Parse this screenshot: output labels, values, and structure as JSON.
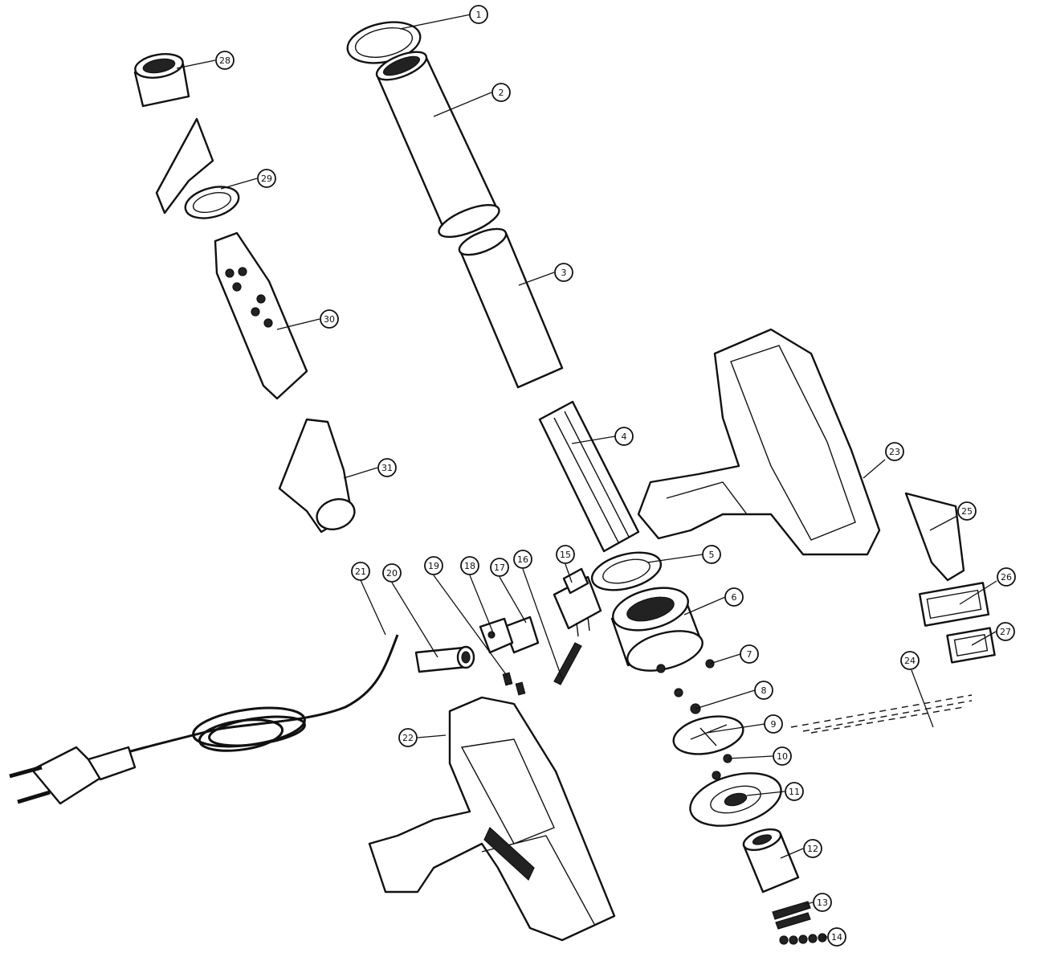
{
  "diagram": {
    "part_numbers": [
      "1",
      "2",
      "3",
      "4",
      "5",
      "6",
      "7",
      "8",
      "9",
      "10",
      "11",
      "12",
      "13",
      "14",
      "15",
      "16",
      "17",
      "18",
      "19",
      "20",
      "21",
      "22",
      "23",
      "24",
      "25",
      "26",
      "27",
      "28",
      "29",
      "30",
      "31"
    ]
  },
  "colors": {
    "line": "#111111",
    "background": "#ffffff"
  }
}
